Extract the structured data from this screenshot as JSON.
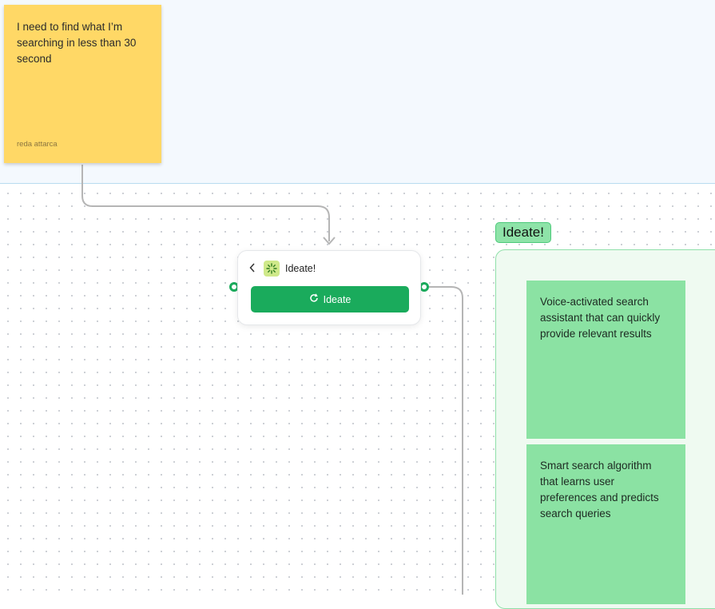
{
  "sticky_note": {
    "text": "I need to find what I’m searching in less than 30 second",
    "author": "reda attarca"
  },
  "ideate_node": {
    "back_icon": "chevron-left-icon",
    "node_icon": "sparkle-icon",
    "title": "Ideate!",
    "button_label": "Ideate",
    "button_icon": "refresh-icon"
  },
  "group": {
    "label": "Ideate!",
    "ideas": [
      {
        "text": "Voice-activated search assistant that can quickly provide relevant results"
      },
      {
        "text": "Smart search algorithm that learns user preferences and predicts search queries"
      }
    ]
  },
  "colors": {
    "sticky_yellow": "#ffd866",
    "sticky_green": "#8be2a3",
    "accent_green": "#1aab5c",
    "group_background": "#effaf1",
    "connector": "#b5b5b5"
  }
}
